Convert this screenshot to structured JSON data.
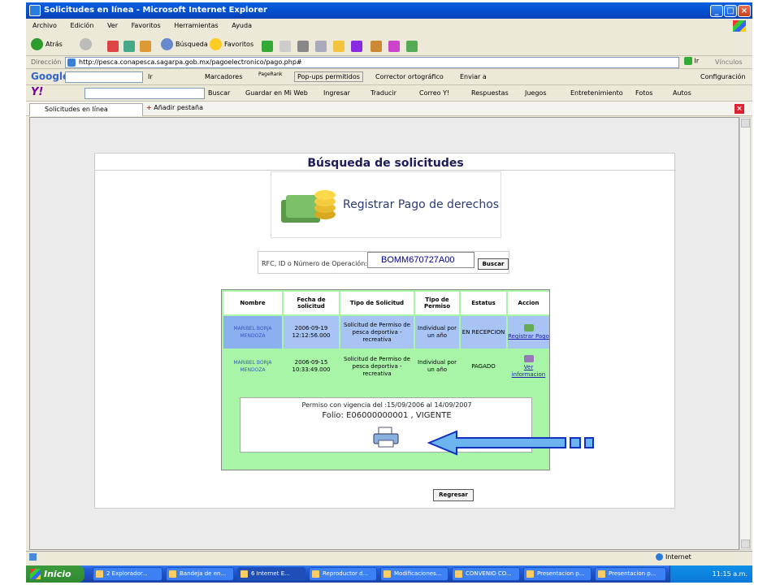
{
  "window": {
    "title": "Solicitudes en línea - Microsoft Internet Explorer",
    "min": "_",
    "max": "□",
    "close": "×"
  },
  "menu": [
    "Archivo",
    "Edición",
    "Ver",
    "Favoritos",
    "Herramientas",
    "Ayuda"
  ],
  "toolbar": {
    "back": "Atrás",
    "search": "Búsqueda",
    "favorites": "Favoritos"
  },
  "address": {
    "label": "Dirección",
    "url": "http://pesca.conapesca.sagarpa.gob.mx/pagoelectronico/pago.php#",
    "go": "Ir",
    "links": "Vínculos"
  },
  "google": {
    "logo": "Google",
    "bookmarks": "Marcadores",
    "pagerank": "PageRank",
    "popups": "Pop-ups permitidos",
    "spell": "Corrector ortográfico",
    "send": "Enviar a",
    "config": "Configuración",
    "ir": "Ir"
  },
  "yahoo": {
    "logo": "Y!",
    "buscar": "Buscar",
    "guardar": "Guardar en Mi Web",
    "ingresar": "Ingresar",
    "traducir": "Traducir",
    "correo": "Correo Y!",
    "respuestas": "Respuestas",
    "juegos": "Juegos",
    "entretenimiento": "Entretenimiento",
    "fotos": "Fotos",
    "autos": "Autos"
  },
  "tabs": {
    "active": "Solicitudes en línea",
    "add": "Añadir pestaña"
  },
  "page": {
    "heading": "Búsqueda de solicitudes",
    "register_title": "Registrar Pago de derechos",
    "search_label": "RFC, ID o Número de Operación:",
    "search_value": "BOMM670727A00",
    "search_button": "Buscar",
    "headers": [
      "Nombre",
      "Fecha de solicitud",
      "Tipo de Solicitud",
      "Tipo de Permiso",
      "Estatus",
      "Accion"
    ],
    "rows": [
      {
        "name": "MARIBEL BORJA MENDOZA",
        "date": "2006-09-19 12:12:56.000",
        "type": "Solicitud de Permiso de pesca deportiva - recreativa",
        "permit": "Individual por un año",
        "status": "EN RECEPCION",
        "action": "Registrar Pago"
      },
      {
        "name": "MARIBEL BORJA MENDOZA",
        "date": "2006-09-15 10:33:49.000",
        "type": "Solicitud de Permiso de pesca deportiva - recreativa",
        "permit": "Individual por un año",
        "status": "PAGADO",
        "action": "Ver informacion"
      }
    ],
    "permit_line": "Permiso con vigencia del :15/09/2006 al 14/09/2007",
    "folio": "Folio: E06000000001 , VIGENTE",
    "back_button": "Regresar"
  },
  "status": {
    "zone": "Internet"
  },
  "taskbar": {
    "start": "Inicio",
    "items": [
      "2 Explorador...",
      "Bandeja de en...",
      "6 Internet E...",
      "Reproductor d...",
      "Modificaciones...",
      "CONVENIO CO...",
      "Presentacion p...",
      "Presentacion p..."
    ],
    "clock": "11:15 a.m."
  },
  "colors": {
    "results_bg": "#a8f5a8",
    "row_blue": "#a8c4f4",
    "arrow": "#6bb4f0"
  }
}
